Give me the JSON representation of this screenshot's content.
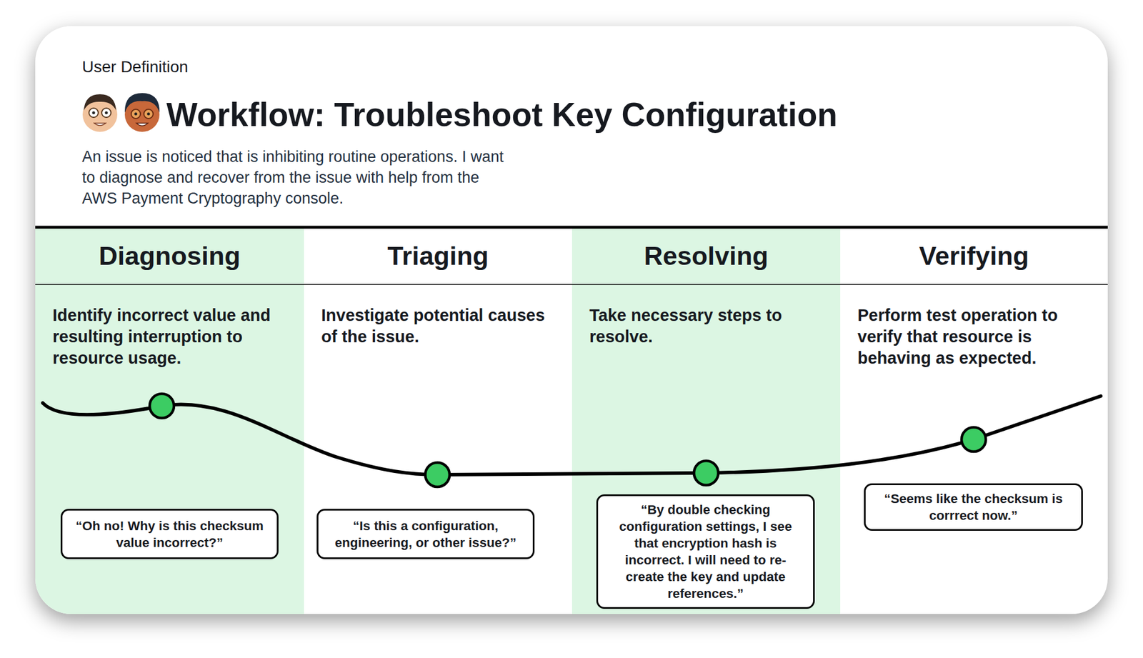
{
  "diagram": {
    "title": "Workflow: Troubleshoot Key Configuration",
    "caption": "An issue is noticed that is inhibiting routine operations. I want to diagnose and recover from the issue with help from the AWS Payment Cryptography console.",
    "nodes": [
      {
        "text": [
          "Diagnosing",
          "Identify incorrect value and resulting interruption to resource usage."
        ]
      },
      {
        "text": [
          "Triaging",
          "Investigate potential causes of the issue."
        ]
      },
      {
        "text": [
          "Resolving",
          "Take necessary steps to resolve."
        ]
      },
      {
        "text": [
          "Verifying",
          "Perform test operation to verify that resource is behaving as expected."
        ]
      },
      {
        "text": [
          "“Oh no! Why is this checksum value incorrect?”"
        ],
        "in": 0
      },
      {
        "text": [
          "“Is this a configuration, engineering, or other issue?”"
        ],
        "in": 1
      },
      {
        "text": [
          "“By double checking configuration settings, I see that encryption hash is incorrect. I will need to re-create the key and update references.”"
        ],
        "in": 2
      },
      {
        "text": [
          "“Seems like the checksum is corrrect now.”"
        ],
        "in": 3
      }
    ],
    "labels": [
      "User Definition"
    ]
  }
}
